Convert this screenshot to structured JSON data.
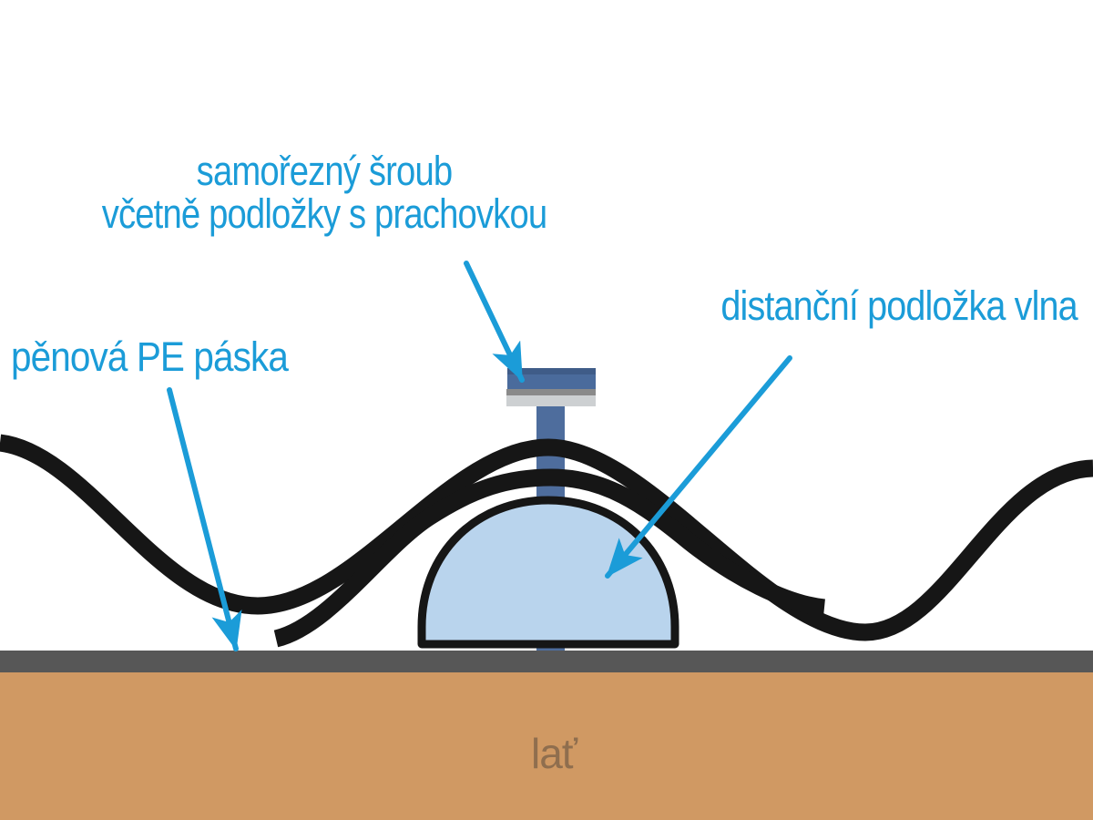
{
  "diagram": {
    "title": "roof-sheet-fastening-detail",
    "labels": {
      "screw_line1": "samořezný šroub",
      "screw_line2": "včetně podložky s prachovkou",
      "spacer": "distanční podložka vlna",
      "pe_tape": "pěnová PE páska",
      "batten": "lať"
    },
    "parts": [
      {
        "name": "corrugated-sheet-profile",
        "style": "thick black wave line"
      },
      {
        "name": "overlap-sheet-profile",
        "style": "short thick black wave line over crest"
      },
      {
        "name": "spacer-dome",
        "style": "light blue dome with black outline"
      },
      {
        "name": "screw-with-washer",
        "style": "steel blue head and shaft, gray washer"
      },
      {
        "name": "pe-tape-strip",
        "style": "dark gray horizontal strip"
      },
      {
        "name": "batten",
        "style": "tan rectangle"
      }
    ],
    "colors": {
      "label_accent": "#1b9cd8",
      "sheet_outline": "#161616",
      "spacer_fill": "#b9d4ed",
      "screw_blue": "#4a6b9c",
      "washer_gray": "#8a8a8a",
      "washer_light_gray": "#cdd0d2",
      "tape_gray": "#575757",
      "batten_tan": "#d09963",
      "batten_label_color": "#8f6e4e",
      "background": "#ffffff"
    }
  }
}
